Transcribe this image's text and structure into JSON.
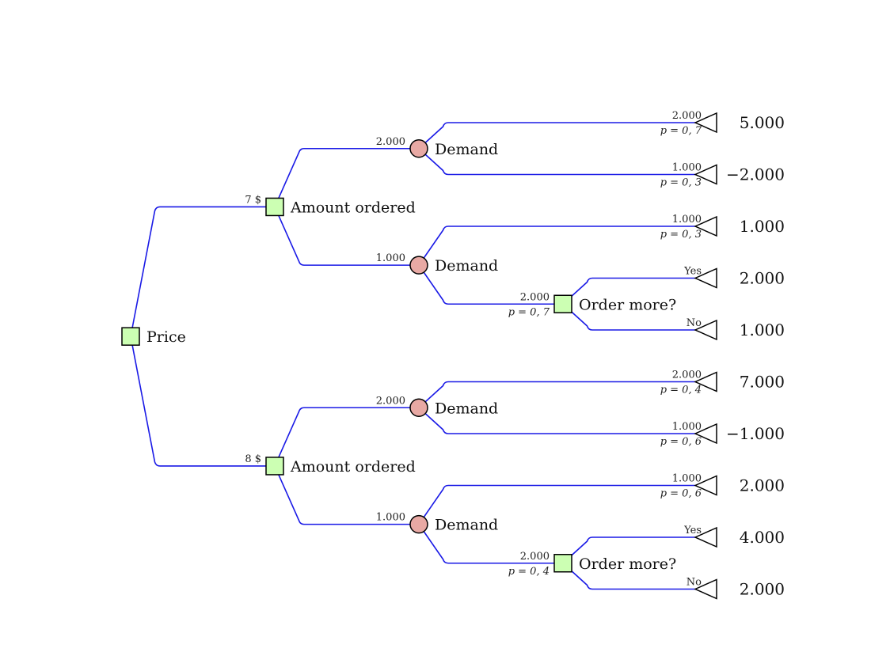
{
  "root": {
    "type": "decision",
    "label": "Price",
    "children": [
      {
        "edge_label": "7 $",
        "node": {
          "type": "decision",
          "label": "Amount ordered",
          "children": [
            {
              "edge_label": "2.000",
              "node": {
                "type": "chance",
                "label": "Demand",
                "children": [
                  {
                    "edge_label": "2.000",
                    "prob": "p = 0, 7",
                    "node": {
                      "type": "end",
                      "payoff": "5.000"
                    }
                  },
                  {
                    "edge_label": "1.000",
                    "prob": "p = 0, 3",
                    "node": {
                      "type": "end",
                      "payoff": "−2.000"
                    }
                  }
                ]
              }
            },
            {
              "edge_label": "1.000",
              "node": {
                "type": "chance",
                "label": "Demand",
                "children": [
                  {
                    "edge_label": "1.000",
                    "prob": "p = 0, 3",
                    "node": {
                      "type": "end",
                      "payoff": "1.000"
                    }
                  },
                  {
                    "edge_label": "2.000",
                    "prob": "p = 0, 7",
                    "node": {
                      "type": "decision",
                      "label": "Order more?",
                      "children": [
                        {
                          "edge_label": "Yes",
                          "node": {
                            "type": "end",
                            "payoff": "2.000"
                          }
                        },
                        {
                          "edge_label": "No",
                          "node": {
                            "type": "end",
                            "payoff": "1.000"
                          }
                        }
                      ]
                    }
                  }
                ]
              }
            }
          ]
        }
      },
      {
        "edge_label": "8 $",
        "node": {
          "type": "decision",
          "label": "Amount ordered",
          "children": [
            {
              "edge_label": "2.000",
              "node": {
                "type": "chance",
                "label": "Demand",
                "children": [
                  {
                    "edge_label": "2.000",
                    "prob": "p = 0, 4",
                    "node": {
                      "type": "end",
                      "payoff": "7.000"
                    }
                  },
                  {
                    "edge_label": "1.000",
                    "prob": "p = 0, 6",
                    "node": {
                      "type": "end",
                      "payoff": "−1.000"
                    }
                  }
                ]
              }
            },
            {
              "edge_label": "1.000",
              "node": {
                "type": "chance",
                "label": "Demand",
                "children": [
                  {
                    "edge_label": "1.000",
                    "prob": "p = 0, 6",
                    "node": {
                      "type": "end",
                      "payoff": "2.000"
                    }
                  },
                  {
                    "edge_label": "2.000",
                    "prob": "p = 0, 4",
                    "node": {
                      "type": "decision",
                      "label": "Order more?",
                      "children": [
                        {
                          "edge_label": "Yes",
                          "node": {
                            "type": "end",
                            "payoff": "4.000"
                          }
                        },
                        {
                          "edge_label": "No",
                          "node": {
                            "type": "end",
                            "payoff": "2.000"
                          }
                        }
                      ]
                    }
                  }
                ]
              }
            }
          ]
        }
      }
    ]
  },
  "colors": {
    "edge": "#1a1ae6",
    "decision_fill": "#ccffb3",
    "chance_fill": "#e8a9a4",
    "end_fill": "#ffffff"
  }
}
